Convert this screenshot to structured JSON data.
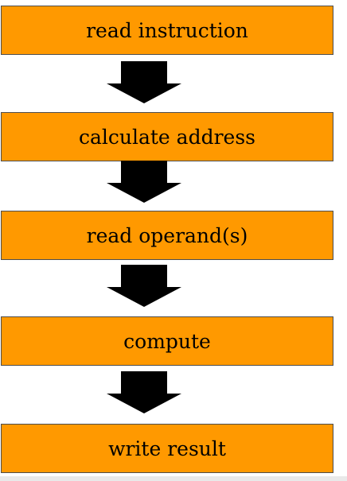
{
  "diagram": {
    "steps": [
      {
        "label": "read instruction"
      },
      {
        "label": "calculate address"
      },
      {
        "label": "read operand(s)"
      },
      {
        "label": "compute"
      },
      {
        "label": "write result"
      }
    ],
    "colors": {
      "box_fill": "#ff9900",
      "box_border": "#4d4d4d",
      "arrow": "#000000",
      "text": "#000000"
    },
    "icons": {
      "connector": "down-arrow-icon"
    }
  }
}
